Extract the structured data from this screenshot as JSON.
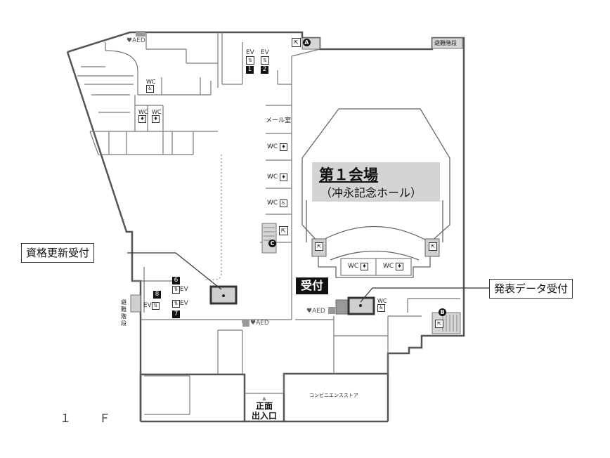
{
  "floor_label": "１　Ｆ",
  "hall": {
    "title": "第１会場",
    "subtitle": "（冲永記念ホール）"
  },
  "callouts": {
    "qualification_renewal": "資格更新受付",
    "presentation_data": "発表データ受付"
  },
  "reception": "受付",
  "labels": {
    "mail_room": "メール室",
    "convenience_store": "コンビニエンスストア",
    "entrance_line1": "正面",
    "entrance_line2": "出入口",
    "emergency_stairs": "避難階段",
    "emergency_stairs_vertical": [
      "避",
      "難",
      "階",
      "段"
    ],
    "aed": "AED",
    "ev": "EV",
    "wc": "WC"
  },
  "markers": {
    "A": "A",
    "B": "B",
    "C": "C"
  },
  "elevator_numbers": [
    "1",
    "2",
    "6",
    "7",
    "8"
  ],
  "icons": [
    "emergency-exit-icon",
    "toilet-icon",
    "accessible-toilet-icon",
    "aed-heart-icon",
    "elevator-icon"
  ]
}
